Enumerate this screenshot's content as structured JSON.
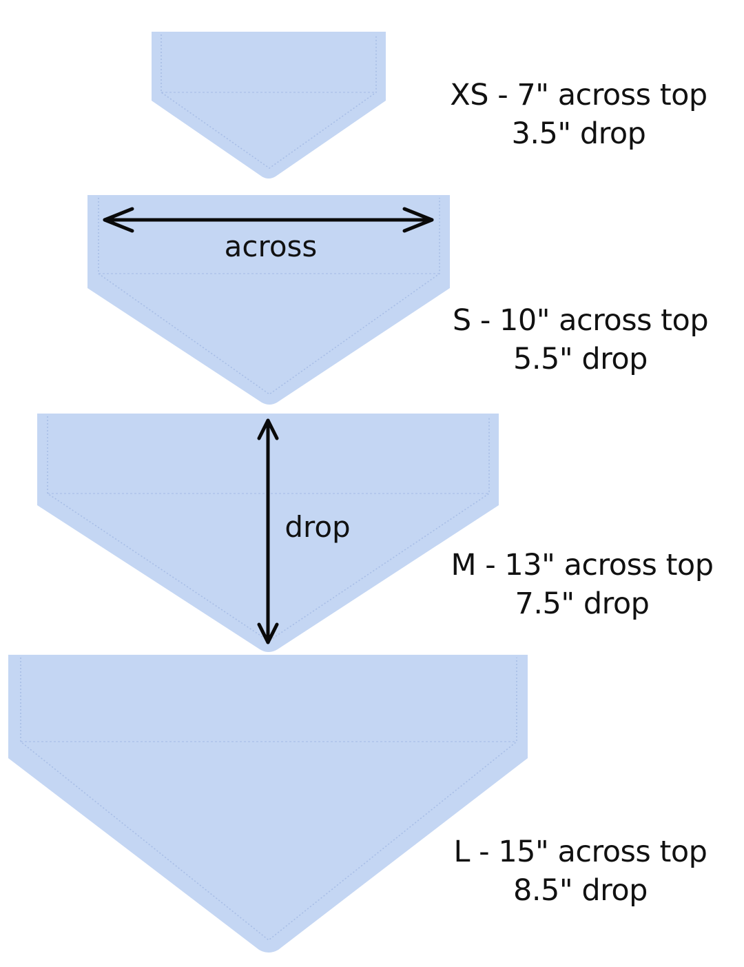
{
  "sizes": [
    {
      "size_line": "XS - 7\" across top",
      "drop_line": "3.5\" drop"
    },
    {
      "size_line": "S - 10\" across top",
      "drop_line": "5.5\" drop"
    },
    {
      "size_line": "M - 13\" across top",
      "drop_line": "7.5\" drop"
    },
    {
      "size_line": "L - 15\" across top",
      "drop_line": "8.5\" drop"
    }
  ],
  "annotations": {
    "across_label": "across",
    "drop_label": "drop"
  },
  "colors": {
    "bandana": "#c4d6f3",
    "arrow": "#0a0a0a",
    "text": "#111111"
  }
}
